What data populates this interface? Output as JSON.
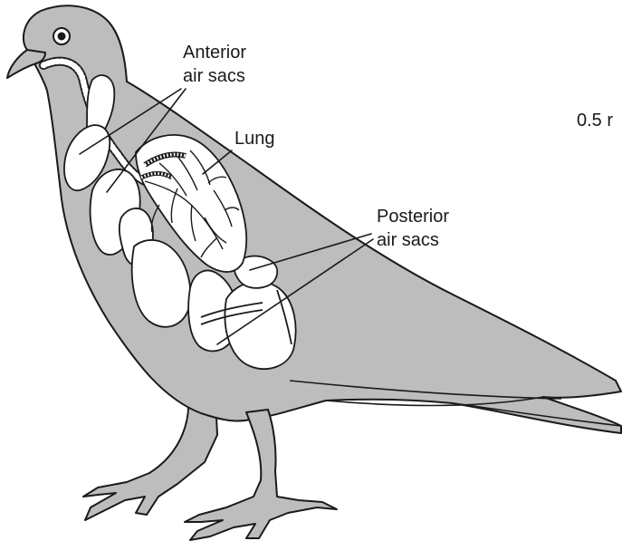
{
  "labels": {
    "anterior_line1": "Anterior",
    "anterior_line2": "air sacs",
    "lung": "Lung",
    "posterior_line1": "Posterior",
    "posterior_line2": "air sacs",
    "scale_fragment": "0.5 r"
  },
  "colors": {
    "body_fill": "#bdbdbd",
    "air_sac_fill": "#ffffff",
    "outline": "#1a1a1a",
    "background": "#ffffff"
  }
}
